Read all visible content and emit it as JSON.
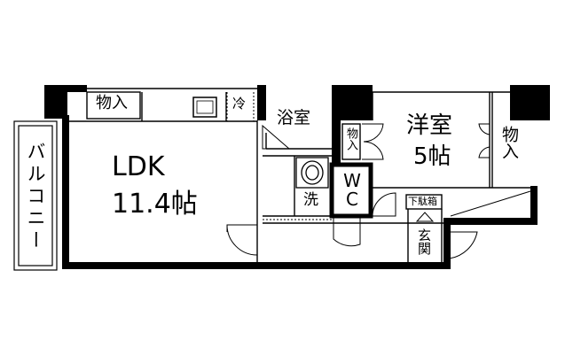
{
  "rooms": {
    "ldk": {
      "name": "LDK",
      "size": "11.4帖"
    },
    "western": {
      "name": "洋室",
      "size": "5帖"
    },
    "bath": {
      "name": "浴室"
    },
    "toilet": {
      "name": "WC"
    },
    "entrance": {
      "name": "玄関"
    },
    "balcony": {
      "name": "バルコニー"
    }
  },
  "fixtures": {
    "storage_ldk": "物入",
    "storage_closet_small": "物入",
    "storage_western": "物入",
    "fridge": "冷",
    "washer": "洗",
    "shoe_box": "下駄箱"
  },
  "colors": {
    "wall": "#000000",
    "background": "#ffffff",
    "line": "#000000"
  }
}
